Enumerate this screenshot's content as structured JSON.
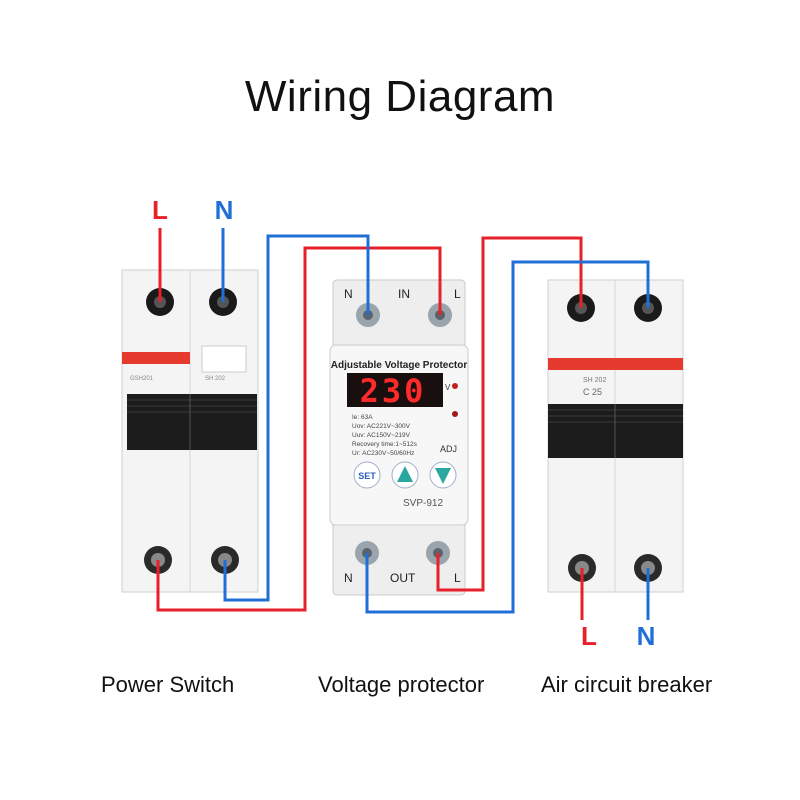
{
  "title": "Wiring Diagram",
  "colors": {
    "live": "#e8202a",
    "neutral": "#1f6fd6",
    "device_body": "#f2f2f2",
    "toggle": "#1c1c1c",
    "stripe": "#e63a2e"
  },
  "input_labels": {
    "live": "L",
    "neutral": "N"
  },
  "output_labels": {
    "live": "L",
    "neutral": "N"
  },
  "devices": {
    "power_switch": {
      "caption": "Power Switch"
    },
    "voltage_protector": {
      "caption": "Voltage protector",
      "header": "Adjustable Voltage Protector",
      "display": "230",
      "terminal_top": {
        "left": "N",
        "middle": "IN",
        "right": "L"
      },
      "terminal_bottom": {
        "left": "N",
        "middle": "OUT",
        "right": "L"
      },
      "buttons": {
        "set": "SET"
      },
      "model": "SVP-912",
      "adj": "ADJ",
      "indicator_v": "V",
      "spec_lines": [
        "Ie:         63A",
        "Uov:     AC221V~300V",
        "Uuv:     AC150V~219V",
        "Recovery time:1~512s",
        "Ur:   AC230V~50/60Hz"
      ]
    },
    "air_breaker": {
      "caption": "Air circuit breaker",
      "model_label": "SH 202",
      "rating": "C 25"
    }
  }
}
